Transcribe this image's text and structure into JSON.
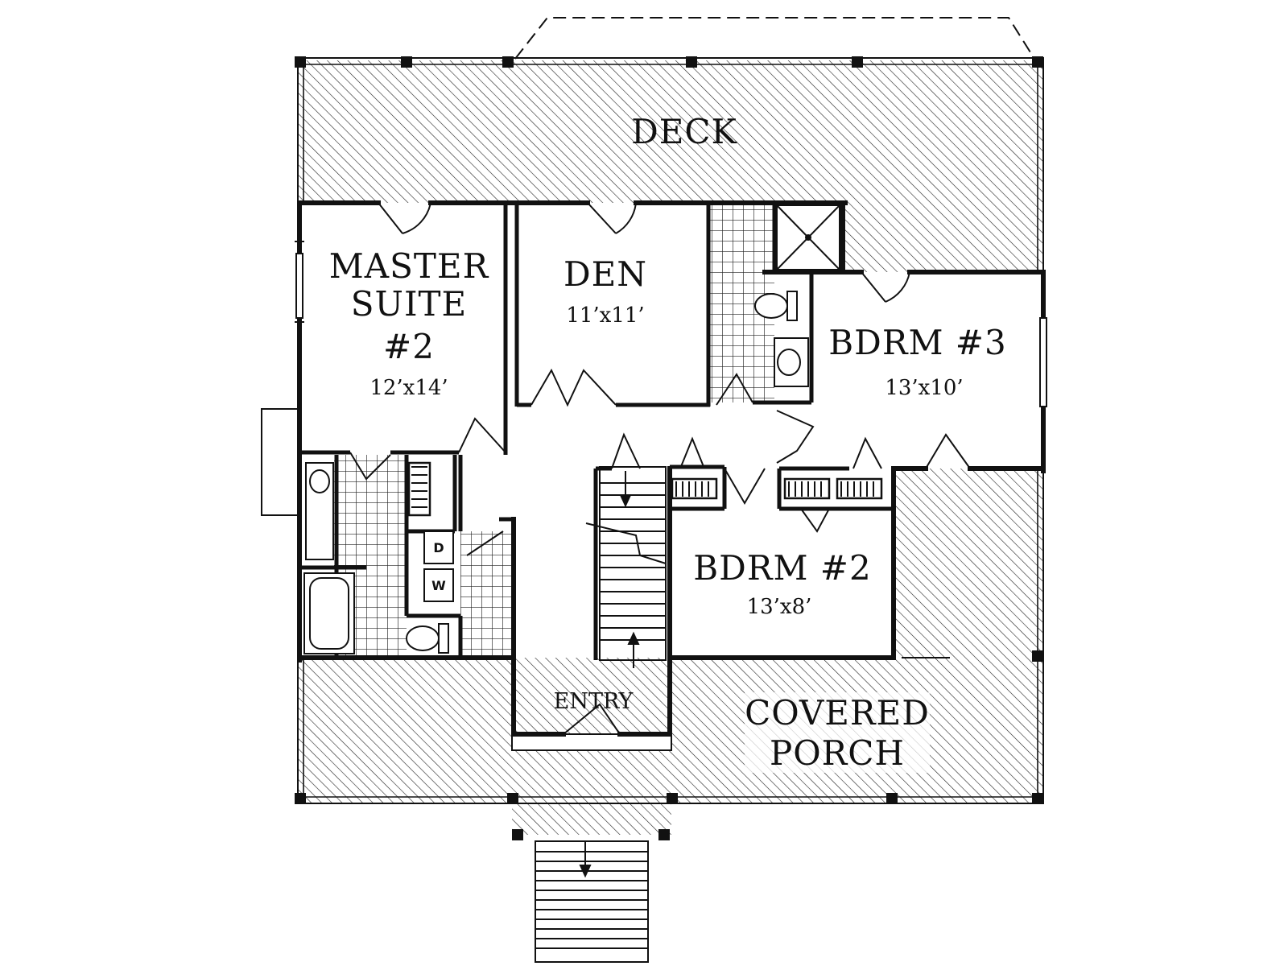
{
  "plan": {
    "deck": "DECK",
    "master_suite": {
      "line1": "MASTER",
      "line2": "SUITE",
      "line3": "#2",
      "size": "12’x14’"
    },
    "den": {
      "name": "DEN",
      "size": "11’x11’"
    },
    "bdrm3": {
      "name": "BDRM  #3",
      "size": "13’x10’"
    },
    "bdrm2": {
      "name": "BDRM  #2",
      "size": "13’x8’"
    },
    "entry": "ENTRY",
    "covered_porch": {
      "line1": "COVERED",
      "line2": "PORCH"
    },
    "dryer": "D",
    "washer": "W"
  },
  "colors": {
    "ink": "#111111",
    "paper": "#ffffff"
  }
}
